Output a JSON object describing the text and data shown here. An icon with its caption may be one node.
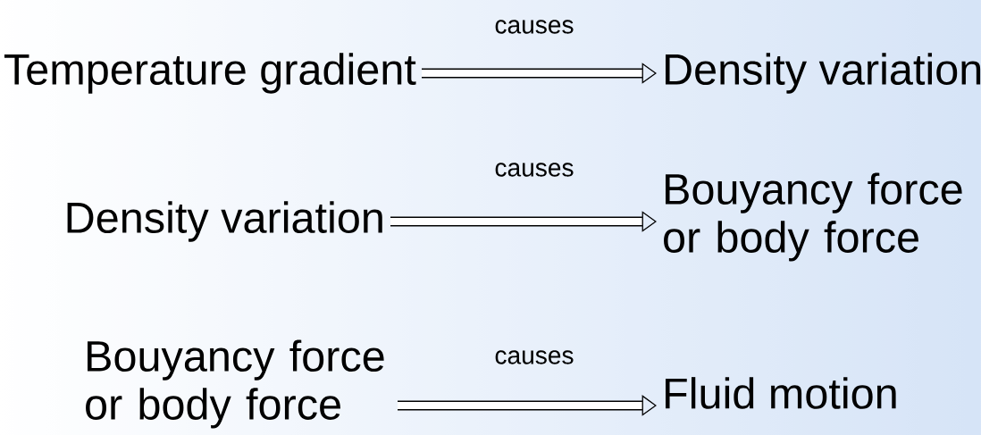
{
  "diagram": {
    "nodes": [
      {
        "text": [
          "Temperature gradient"
        ]
      },
      {
        "text": [
          "Density variation"
        ]
      },
      {
        "text": [
          "Density variation"
        ]
      },
      {
        "text": [
          "Bouyancy force or body force"
        ]
      },
      {
        "text": [
          "Bouyancy force or body force"
        ]
      },
      {
        "text": [
          "Fluid motion"
        ]
      }
    ],
    "edges": [
      {
        "from": 0,
        "to": 1,
        "arrow": "to",
        "label": "causes"
      },
      {
        "from": 2,
        "to": 3,
        "arrow": "to",
        "label": "causes"
      },
      {
        "from": 4,
        "to": 5,
        "arrow": "to",
        "label": "causes"
      }
    ]
  }
}
